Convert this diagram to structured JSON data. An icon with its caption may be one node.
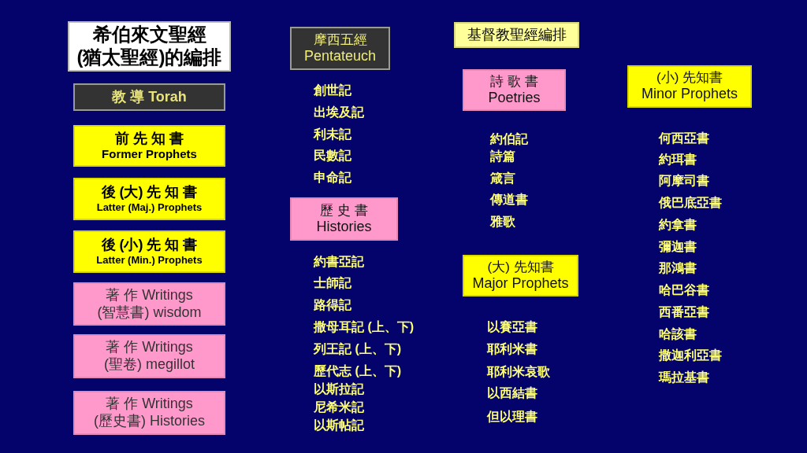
{
  "diagram": {
    "nodes": [
      {
        "text": [
          "希伯來文聖經",
          "(猶太聖經)的編排"
        ]
      },
      {
        "text": [
          "教 導 Torah"
        ]
      },
      {
        "text": [
          "前 先 知 書",
          "Former Prophets"
        ]
      },
      {
        "text": [
          "後 (大) 先 知 書",
          "Latter (Maj.) Prophets"
        ]
      },
      {
        "text": [
          "後 (小) 先 知 書",
          "Latter (Min.) Prophets"
        ]
      },
      {
        "text": [
          "著 作 Writings",
          "(智慧書) wisdom"
        ]
      },
      {
        "text": [
          "著 作 Writings",
          "(聖卷) megillot"
        ]
      },
      {
        "text": [
          "著 作 Writings",
          "(歷史書) Histories"
        ]
      },
      {
        "text": [
          "摩西五經",
          "Pentateuch"
        ],
        "beside": [
          "創世記",
          "出埃及記",
          "利未記",
          "民數記",
          "申命記"
        ]
      },
      {
        "text": [
          "歷 史 書",
          "Histories"
        ],
        "beside": [
          "約書亞記",
          "士師記",
          "路得記",
          "撒母耳記 (上、下)",
          "列王記 (上、下)",
          "歷代志 (上、下)",
          "以斯拉記",
          "尼希米記",
          "以斯帖記"
        ]
      },
      {
        "text": [
          "基督教聖經編排"
        ]
      },
      {
        "text": [
          "詩 歌 書",
          "Poetries"
        ],
        "beside": [
          "約伯記",
          "詩篇",
          "箴言",
          "傳道書",
          "雅歌"
        ]
      },
      {
        "text": [
          "(大) 先知書",
          "Major Prophets"
        ],
        "beside": [
          "以賽亞書",
          "耶利米書",
          "耶利米哀歌",
          "以西結書",
          "但以理書"
        ]
      },
      {
        "text": [
          "(小) 先知書",
          "Minor Prophets"
        ],
        "beside": [
          "何西亞書",
          "約珥書",
          "阿摩司書",
          "俄巴底亞書",
          "約拿書",
          "彌迦書",
          "那鴻書",
          "哈巴谷書",
          "西番亞書",
          "哈該書",
          "撒迦利亞書",
          "瑪拉基書"
        ]
      }
    ],
    "edges": []
  }
}
